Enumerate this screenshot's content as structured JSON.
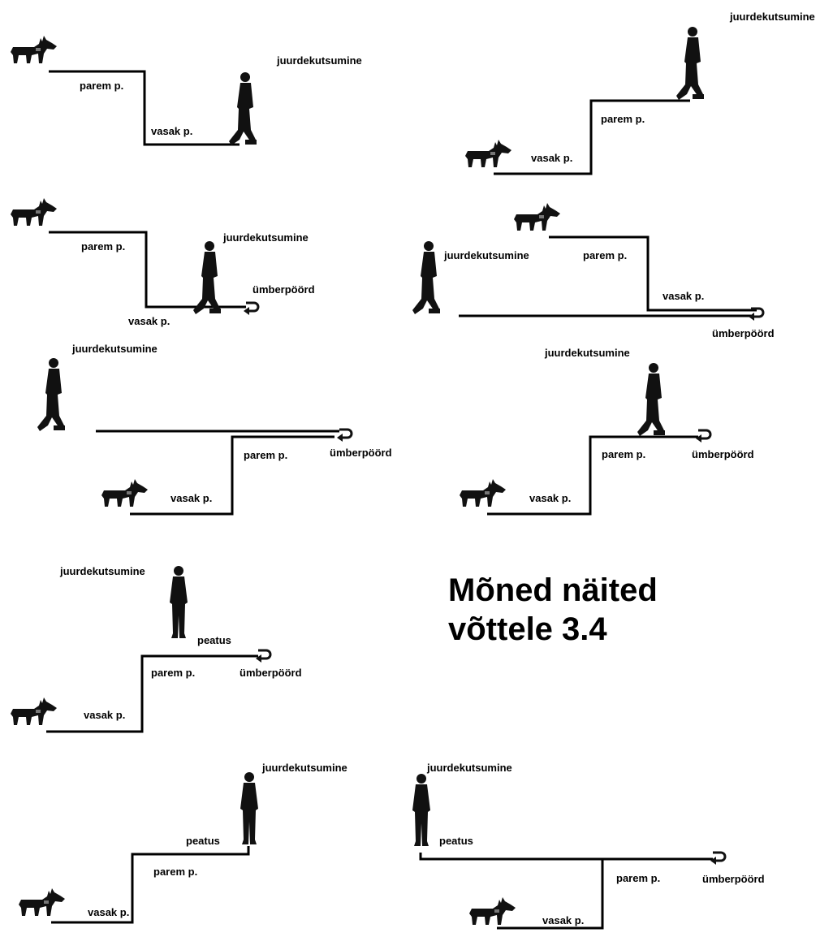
{
  "title": {
    "line1": "Mõned näited",
    "line2": "võttele 3.4"
  },
  "colors": {
    "ink": "#000000",
    "paper": "#ffffff"
  },
  "icons": {
    "dog": "dog-silhouette-icon",
    "person": "person-silhouette-icon",
    "turn": "about-turn-arrow-icon"
  },
  "labels": {
    "d1": {
      "right": "parem p.",
      "left": "vasak p.",
      "recall": "juurdekutsumine"
    },
    "d2": {
      "recall": "juurdekutsumine",
      "right": "parem p.",
      "left": "vasak p."
    },
    "d3": {
      "right": "parem p.",
      "recall": "juurdekutsumine",
      "turn": "ümberpöörd",
      "left": "vasak p."
    },
    "d4": {
      "recall": "juurdekutsumine",
      "right": "parem p.",
      "left": "vasak p.",
      "turn": "ümberpöörd"
    },
    "d5": {
      "recall": "juurdekutsumine",
      "right": "parem p.",
      "turn": "ümberpöörd",
      "left": "vasak p."
    },
    "d6": {
      "recall": "juurdekutsumine",
      "right": "parem p.",
      "turn": "ümberpöörd",
      "left": "vasak p."
    },
    "d7": {
      "recall": "juurdekutsumine",
      "stop": "peatus",
      "right": "parem p.",
      "turn": "ümberpöörd",
      "left": "vasak p."
    },
    "d8": {
      "recall": "juurdekutsumine",
      "stop": "peatus",
      "right": "parem p.",
      "left": "vasak p."
    },
    "d9": {
      "recall": "juurdekutsumine",
      "stop": "peatus",
      "right": "parem p.",
      "turn": "ümberpöörd",
      "left": "vasak p."
    }
  }
}
